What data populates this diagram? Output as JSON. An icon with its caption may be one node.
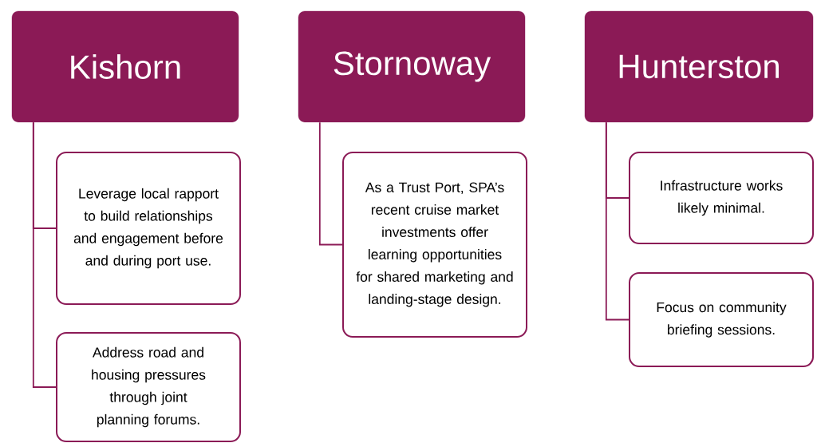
{
  "diagram": {
    "nodes": [
      {
        "text": [
          "Kishorn"
        ]
      },
      {
        "text": [
          "Leverage local rapport to build relationships and engagement before and during port use."
        ]
      },
      {
        "text": [
          "Address road and housing pressures through joint planning forums."
        ]
      },
      {
        "text": [
          "Stornoway"
        ]
      },
      {
        "text": [
          "As a Trust Port, SPA’s recent cruise market investments offer learning opportunities for shared marketing and landing-stage design."
        ]
      },
      {
        "text": [
          "Hunterston"
        ]
      },
      {
        "text": [
          "Infrastructure works likely minimal."
        ]
      },
      {
        "text": [
          "Focus on community briefing sessions."
        ]
      }
    ],
    "edges": [
      {
        "from": 0,
        "to": 1,
        "arrow": "none"
      },
      {
        "from": 0,
        "to": 2,
        "arrow": "none"
      },
      {
        "from": 3,
        "to": 4,
        "arrow": "none"
      },
      {
        "from": 5,
        "to": 6,
        "arrow": "none"
      },
      {
        "from": 5,
        "to": 7,
        "arrow": "none"
      }
    ]
  }
}
